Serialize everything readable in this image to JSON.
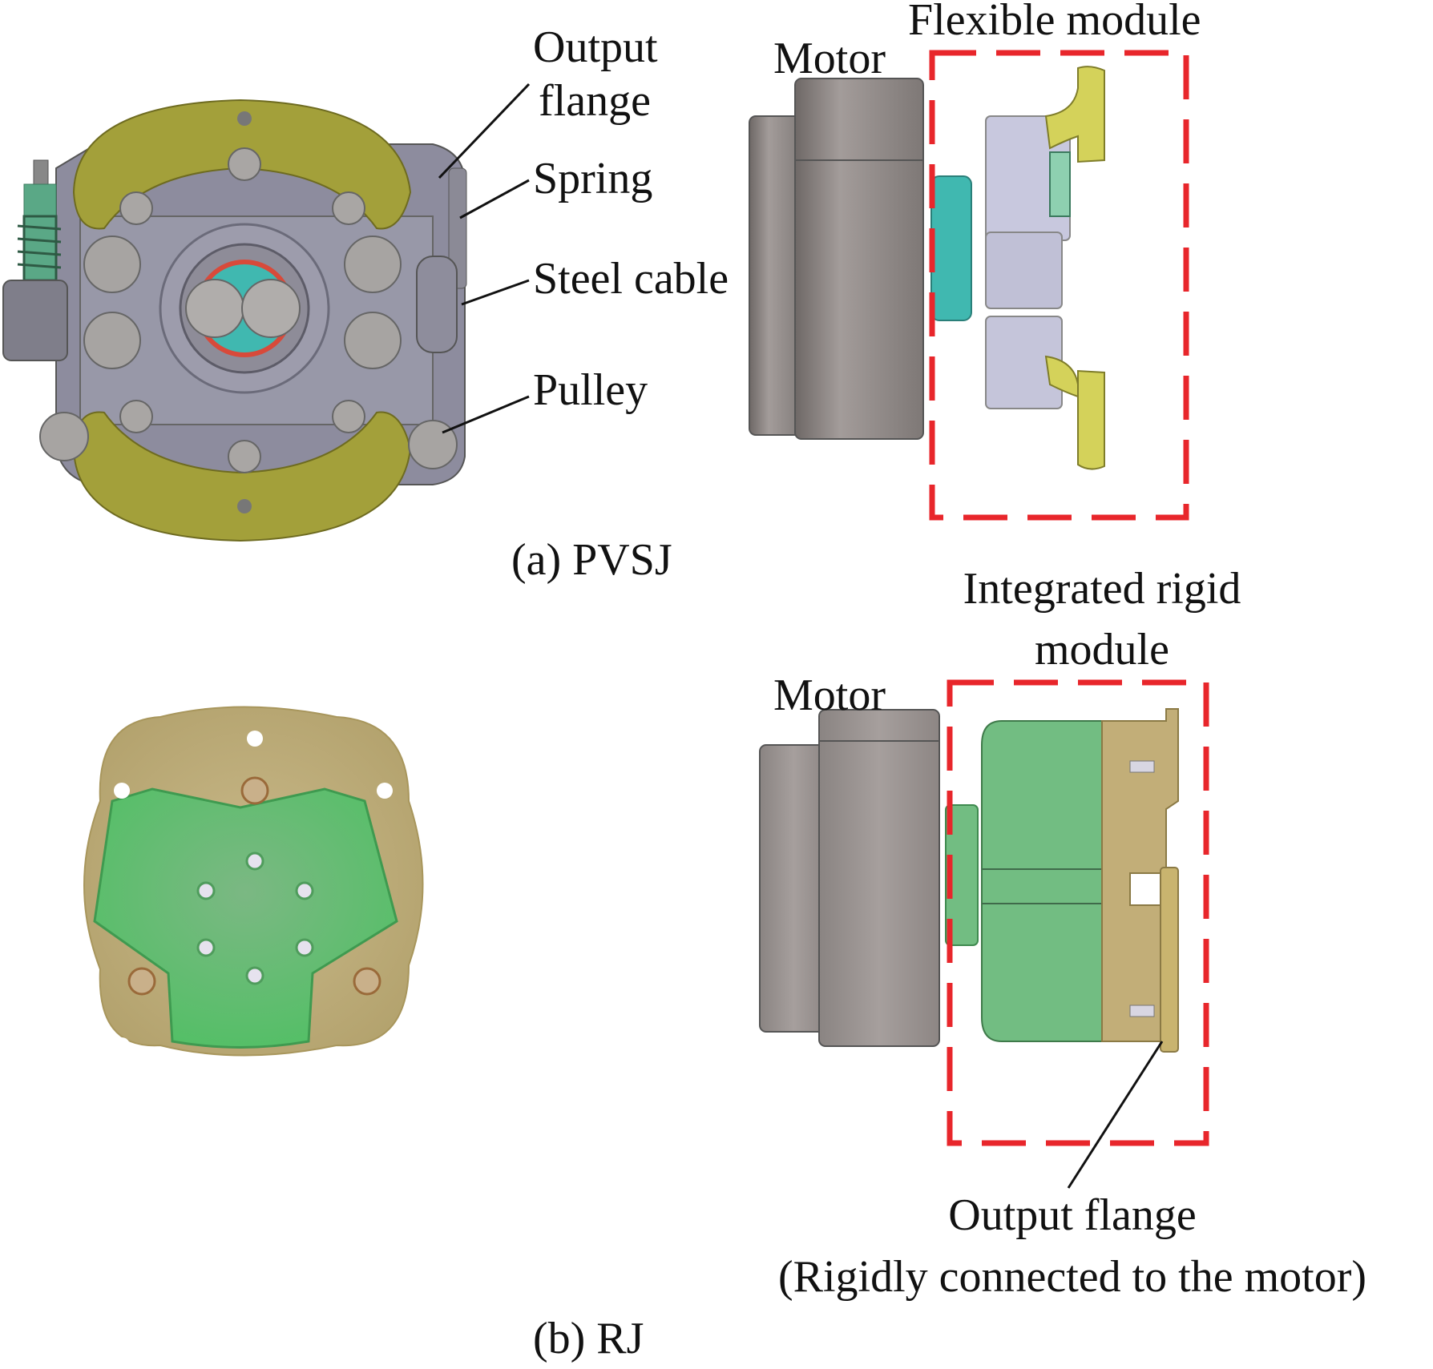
{
  "figure": {
    "panel_a": {
      "caption": "(a) PVSJ",
      "labels": {
        "output_flange_line1": "Output",
        "output_flange_line2": "flange",
        "spring": "Spring",
        "steel_cable": "Steel cable",
        "pulley": "Pulley",
        "motor": "Motor",
        "flexible_module": "Flexible module"
      }
    },
    "panel_b": {
      "caption": "(b) RJ",
      "labels": {
        "motor": "Motor",
        "integrated_rigid_module_line1": "Integrated rigid",
        "integrated_rigid_module_line2": "module",
        "output_flange_line1": "Output flange",
        "output_flange_line2": "(Rigidly connected to the motor)"
      }
    },
    "colors": {
      "module_box": "#e8262b",
      "flange_yellow": "#a3a03a",
      "housing_gray": "#8a8a9a",
      "motor_gray": "#928a88",
      "teal": "#40b8b0",
      "spring_green": "#5aa886",
      "rigid_green": "#6cc07c",
      "rigid_gold": "#c2ae78"
    }
  }
}
